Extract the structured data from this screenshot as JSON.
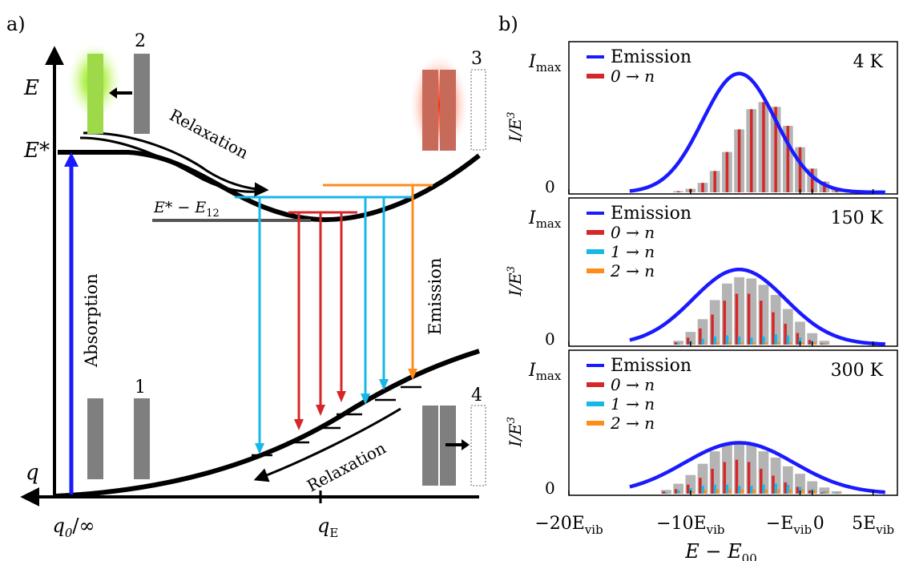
{
  "panel_a": {
    "label": "a)",
    "axis_e": "E",
    "axis_q": "q",
    "e_star": "E*",
    "e_star_minus": "E* − E",
    "e_star_minus_sub": "12",
    "q0": "q",
    "q0_sub": "0",
    "q0_tail": "/∞",
    "qe": "q",
    "qe_sub": "E",
    "relax_top": "Relaxation",
    "relax_bottom": "Relaxation",
    "absorption": "Absorption",
    "emission": "Emission",
    "state_labels": [
      "1",
      "2",
      "3",
      "4"
    ],
    "colors": {
      "absorption": "#1a1aff",
      "red": "#d62728",
      "cyan": "#17b7e8",
      "orange": "#ff8c1a"
    }
  },
  "panel_b": {
    "label": "b)",
    "xlabel": "E − E",
    "xlabel_sub": "00",
    "x_ticks": [
      {
        "main": "−20E",
        "sub": "vib"
      },
      {
        "main": "−10E",
        "sub": "vib"
      },
      {
        "main": "−E",
        "sub": "vib"
      },
      {
        "main": "0",
        "sub": ""
      },
      {
        "main": "5E",
        "sub": "vib"
      }
    ],
    "ylabel_main": "I/E",
    "ylabel_sup": "3",
    "imax_main": "I",
    "imax_sub": "max",
    "zero": "0",
    "subplots": [
      {
        "temp": "4 K",
        "legend": [
          "Emission",
          "0 → n"
        ]
      },
      {
        "temp": "150 K",
        "legend": [
          "Emission",
          "0 → n",
          "1 → n",
          "2 → n"
        ]
      },
      {
        "temp": "300 K",
        "legend": [
          "Emission",
          "0 → n",
          "1 → n",
          "2 → n"
        ]
      }
    ]
  },
  "chart_data": {
    "type": "bar",
    "title": "",
    "xlabel": "E − E00",
    "ylabel": "I/E³",
    "xlim": [
      -20,
      7
    ],
    "x": [
      -15,
      -14,
      -13,
      -12,
      -11,
      -10,
      -9,
      -8,
      -7,
      -6,
      -5,
      -4,
      -3,
      -2,
      -1,
      0,
      1,
      2,
      3,
      4,
      5,
      6
    ],
    "panels": [
      {
        "temp": "4 K",
        "emission": {
          "center": -6,
          "sigma": 3.0,
          "peak": 1.0
        },
        "series": [
          {
            "name": "0 → n",
            "values": [
              0,
              0,
              0,
              0,
              0.01,
              0.03,
              0.08,
              0.18,
              0.34,
              0.53,
              0.7,
              0.76,
              0.72,
              0.56,
              0.38,
              0.2,
              0.09,
              0.03,
              0.01,
              0,
              0,
              0
            ]
          }
        ]
      },
      {
        "temp": "150 K",
        "emission": {
          "center": -6,
          "sigma": 3.8,
          "peak": 0.65
        },
        "series": [
          {
            "name": "0 → n",
            "values": [
              0,
              0,
              0,
              0,
              0.02,
              0.06,
              0.14,
              0.26,
              0.38,
              0.44,
              0.44,
              0.38,
              0.28,
              0.18,
              0.1,
              0.04,
              0.01,
              0,
              0,
              0,
              0,
              0
            ]
          },
          {
            "name": "1 → n",
            "values": [
              0,
              0,
              0,
              0,
              0.01,
              0.03,
              0.05,
              0.07,
              0.08,
              0.07,
              0.06,
              0.07,
              0.09,
              0.08,
              0.06,
              0.03,
              0.01,
              0,
              0,
              0,
              0,
              0
            ]
          },
          {
            "name": "2 → n",
            "values": [
              0,
              0,
              0,
              0,
              0,
              0.01,
              0.01,
              0.02,
              0.02,
              0.02,
              0.02,
              0.02,
              0.02,
              0.02,
              0.02,
              0.02,
              0.01,
              0,
              0,
              0,
              0,
              0
            ]
          }
        ]
      },
      {
        "temp": "300 K",
        "emission": {
          "center": -6,
          "sigma": 4.5,
          "peak": 0.45
        },
        "series": [
          {
            "name": "0 → n",
            "values": [
              0,
              0,
              0,
              0.02,
              0.04,
              0.08,
              0.14,
              0.22,
              0.28,
              0.3,
              0.28,
              0.22,
              0.16,
              0.1,
              0.06,
              0.03,
              0.01,
              0,
              0,
              0,
              0,
              0
            ]
          },
          {
            "name": "1 → n",
            "values": [
              0,
              0,
              0,
              0.01,
              0.03,
              0.05,
              0.07,
              0.08,
              0.08,
              0.07,
              0.07,
              0.08,
              0.09,
              0.08,
              0.06,
              0.04,
              0.02,
              0.01,
              0,
              0,
              0,
              0
            ]
          },
          {
            "name": "2 → n",
            "values": [
              0,
              0,
              0,
              0,
              0.01,
              0.02,
              0.03,
              0.04,
              0.04,
              0.04,
              0.04,
              0.04,
              0.04,
              0.04,
              0.04,
              0.03,
              0.02,
              0.01,
              0,
              0,
              0,
              0
            ]
          }
        ]
      }
    ]
  }
}
